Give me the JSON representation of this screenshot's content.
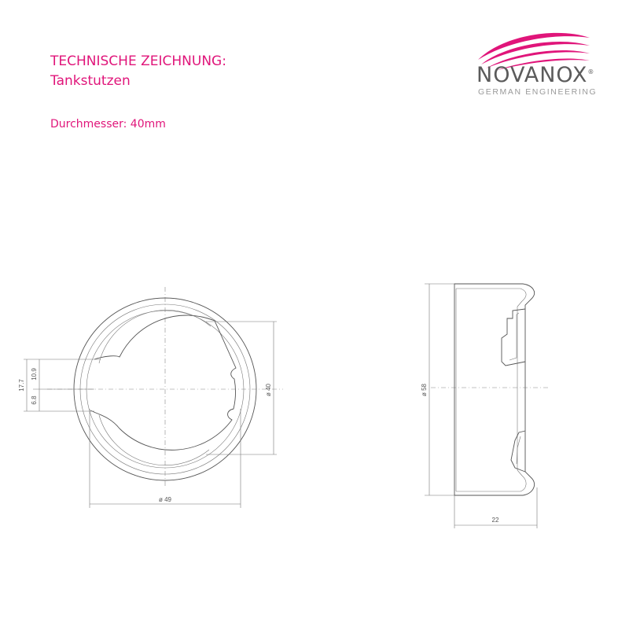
{
  "header": {
    "title_line1": "TECHNISCHE ZEICHNUNG:",
    "title_line2": "Tankstutzen",
    "subtitle": "Durchmesser: 40mm"
  },
  "logo": {
    "brand": "NOVANOX",
    "registered": "®",
    "tagline": "GERMAN ENGINEERING",
    "color": "#e0157a"
  },
  "front_view": {
    "dims": {
      "overall_height": "17.7",
      "upper": "10.9",
      "lower": "6.8",
      "inner_diameter": "ø 40",
      "outer_diameter": "ø 49"
    }
  },
  "side_view": {
    "dims": {
      "diameter": "ø 58",
      "depth": "22"
    }
  },
  "colors": {
    "accent": "#e0157a",
    "line": "#555555",
    "brand_gray": "#5b5b5b"
  }
}
